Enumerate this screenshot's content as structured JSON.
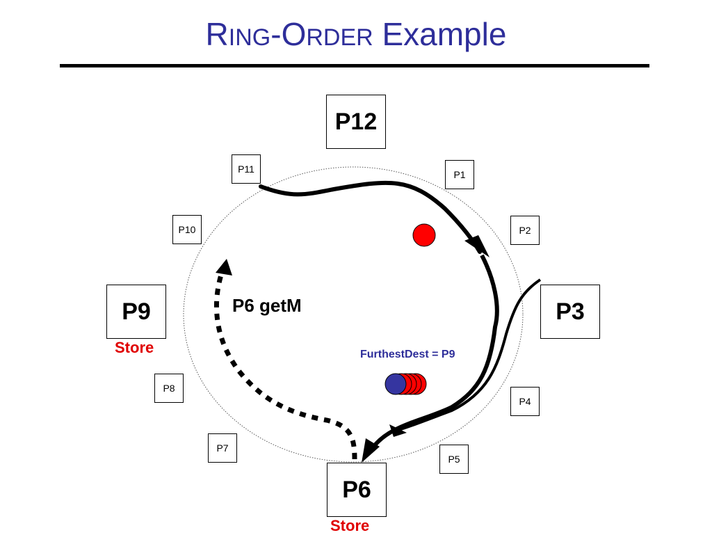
{
  "title": {
    "first_cap": "R",
    "first_rest": "ING",
    "dash": "-",
    "second_cap": "O",
    "second_rest": "RDER",
    "tail": " Example"
  },
  "nodes": {
    "p1": "P1",
    "p2": "P2",
    "p3": "P3",
    "p4": "P4",
    "p5": "P5",
    "p6": "P6",
    "p7": "P7",
    "p8": "P8",
    "p9": "P9",
    "p10": "P10",
    "p11": "P11",
    "p12": "P12"
  },
  "store_labels": {
    "p9": "Store",
    "p6": "Store"
  },
  "request_label": "P6 getM",
  "furthest_dest_label": "FurthestDest = P9",
  "colors": {
    "title": "#2e2e9a",
    "store": "#e00000",
    "token_red": "#ff0000",
    "token_blue": "#3535a0",
    "furthest": "#2e2e9a"
  }
}
